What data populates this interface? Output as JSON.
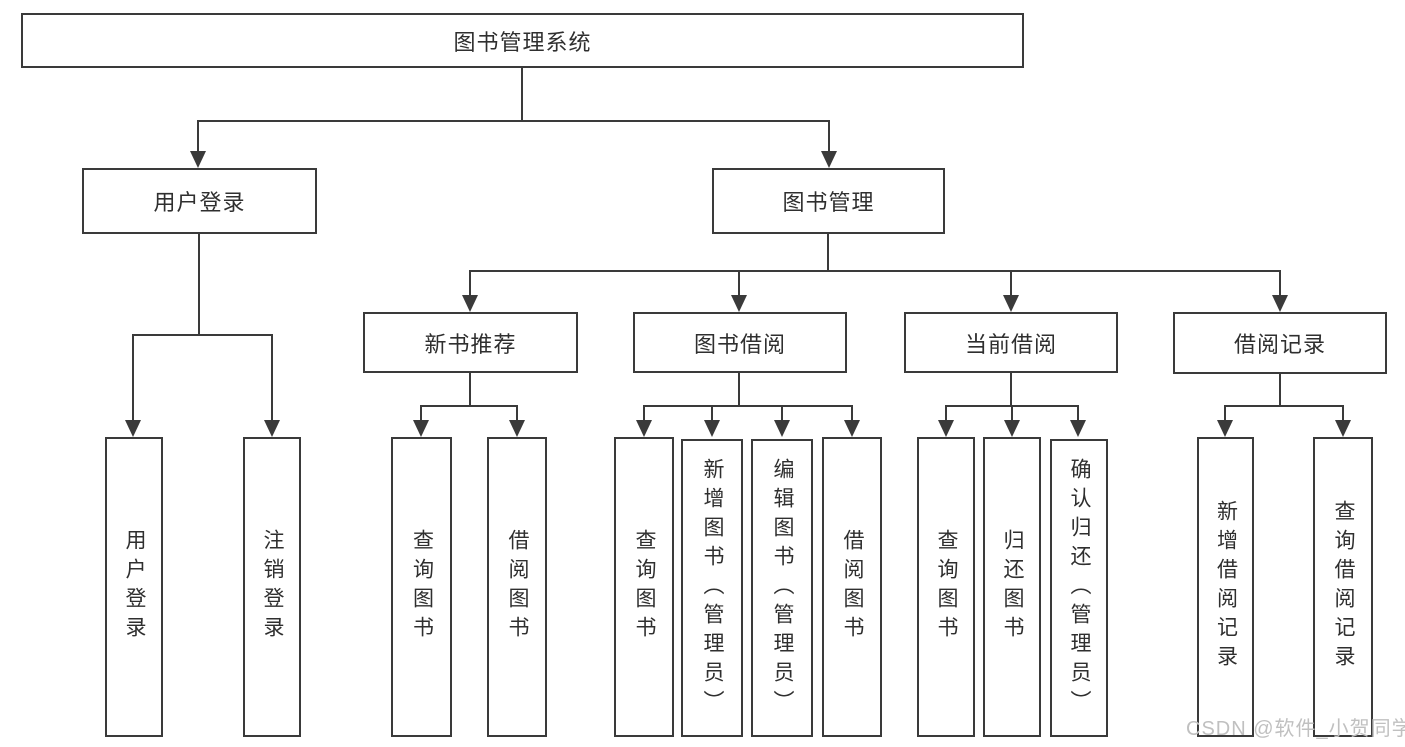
{
  "colors": {
    "line": "#3a3a3a",
    "text": "#2f2f2f",
    "background": "#ffffff",
    "watermark": "#c0c0c0"
  },
  "diagram": {
    "root": {
      "label": "图书管理系统"
    },
    "branches": [
      {
        "label": "用户登录",
        "children": [
          {
            "label": "用户登录"
          },
          {
            "label": "注销登录"
          }
        ]
      },
      {
        "label": "图书管理",
        "children": [
          {
            "label": "新书推荐",
            "children": [
              {
                "label": "查询图书"
              },
              {
                "label": "借阅图书"
              }
            ]
          },
          {
            "label": "图书借阅",
            "children": [
              {
                "label": "查询图书"
              },
              {
                "label": "新增图书（管理员）"
              },
              {
                "label": "编辑图书（管理员）"
              },
              {
                "label": "借阅图书"
              }
            ]
          },
          {
            "label": "当前借阅",
            "children": [
              {
                "label": "查询图书"
              },
              {
                "label": "归还图书"
              },
              {
                "label": "确认归还（管理员）"
              }
            ]
          },
          {
            "label": "借阅记录",
            "children": [
              {
                "label": "新增借阅记录"
              },
              {
                "label": "查询借阅记录"
              }
            ]
          }
        ]
      }
    ]
  },
  "watermark": {
    "text": "CSDN @软件_小贺同学"
  }
}
